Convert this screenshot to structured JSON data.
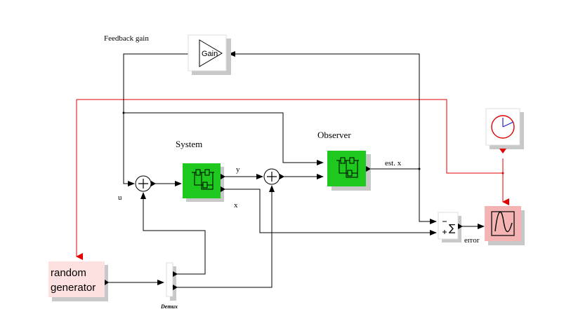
{
  "labels": {
    "feedback_gain": "Feedback gain",
    "gain_block": "Gain",
    "system": "System",
    "observer": "Observer",
    "y": "y",
    "x": "x",
    "u": "u",
    "est_x": "est. x",
    "error": "error",
    "random_line1": "random",
    "random_line2": "generator",
    "demux": "Demux"
  },
  "colors": {
    "superblock": "#1ec81e",
    "scope": "#f5b4b4",
    "random": "#fde0e0",
    "event_link": "#e00000",
    "shadow": "#c8c8c8"
  },
  "icons": {
    "clock": "clock-icon",
    "scope": "sine-wave-icon",
    "superblock": "subsystem-icon"
  }
}
